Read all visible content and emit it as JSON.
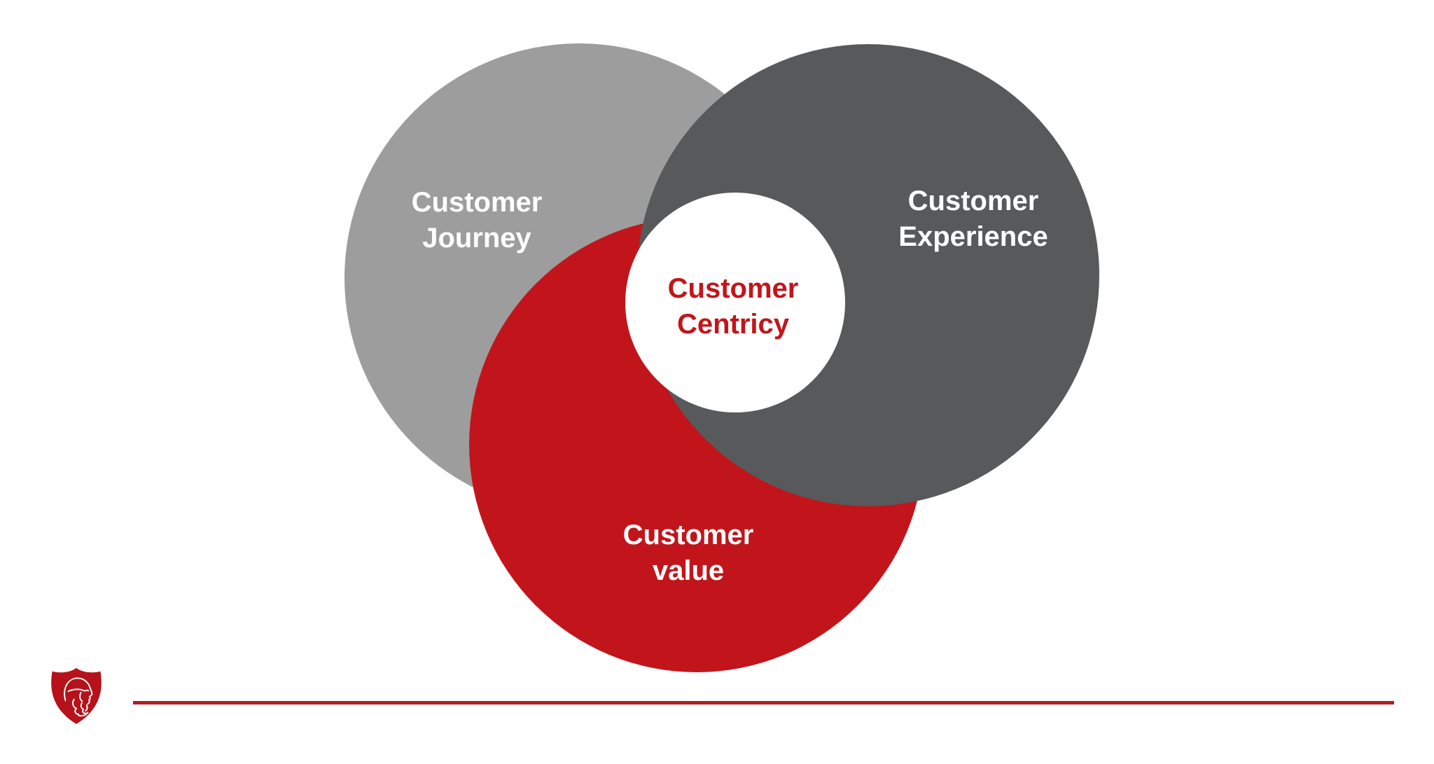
{
  "colors": {
    "background": "#ffffff",
    "journey_circle": "#9d9d9d",
    "experience_circle": "#58595b",
    "value_circle": "#c2151b",
    "center_circle": "#ffffff",
    "center_text": "#c2151b",
    "label_text": "#ffffff",
    "divider_line": "#b01f24",
    "logo_red": "#b5121b"
  },
  "diagram": {
    "type": "venn-3-circle",
    "circles": [
      {
        "name": "customer-journey",
        "label_line1": "Customer",
        "label_line2": "Journey"
      },
      {
        "name": "customer-experience",
        "label_line1": "Customer",
        "label_line2": "Experience"
      },
      {
        "name": "customer-value",
        "label_line1": "Customer",
        "label_line2": "value"
      }
    ],
    "center": {
      "name": "customer-centricity",
      "label_line1": "Customer",
      "label_line2": "Centricy"
    }
  },
  "footer": {
    "logo_name": "warrior-shield-logo"
  }
}
